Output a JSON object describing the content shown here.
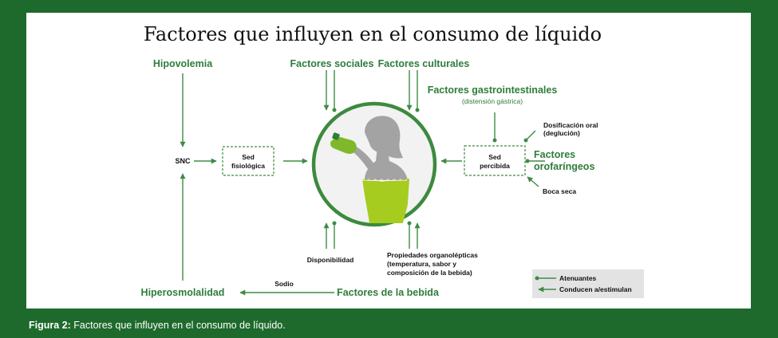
{
  "title": "Factores que influyen en el consumo de líquido",
  "nodes": {
    "hipovolemia": "Hipovolemia",
    "factores_sociales": "Factores sociales",
    "factores_culturales": "Factores culturales",
    "factores_gastrointestinales": "Factores gastrointestinales",
    "distension_gastrica": "(distensión gástrica)",
    "snc": "SNC",
    "sed_fisiologica": [
      "Sed",
      "fisiológica"
    ],
    "sed_percibida": [
      "Sed",
      "percibida"
    ],
    "dosificacion_oral": [
      "Dosificación oral",
      "(deglución)"
    ],
    "factores_orofaringeos": [
      "Factores",
      "orofaríngeos"
    ],
    "boca_seca": "Boca seca",
    "disponibilidad": "Disponibilidad",
    "propiedades_organolepticas": [
      "Propiedades organolépticas",
      "(temperatura, sabor y",
      "composición de la bebida)"
    ],
    "hiperosmolalidad": "Hiperosmolalidad",
    "sodio": "Sodio",
    "factores_de_la_bebida": "Factores de la bebida"
  },
  "legend": {
    "atenuantes": "Atenuantes",
    "conducen": "Conducen a/estimulan"
  },
  "caption": {
    "label": "Figura 2:",
    "text": " Factores que influyen en el consumo de líquido."
  },
  "colors": {
    "frame_green": "#1e6a2c",
    "text_green": "#2e7d3a",
    "arrow_green": "#3f8b45",
    "circle_green": "#3d8a3e",
    "figure_gray": "#a3a3a3",
    "dress_lime": "#a6cc1f",
    "legend_bg": "#e3e3e3"
  },
  "icons": {
    "center": "woman-drinking-icon"
  }
}
